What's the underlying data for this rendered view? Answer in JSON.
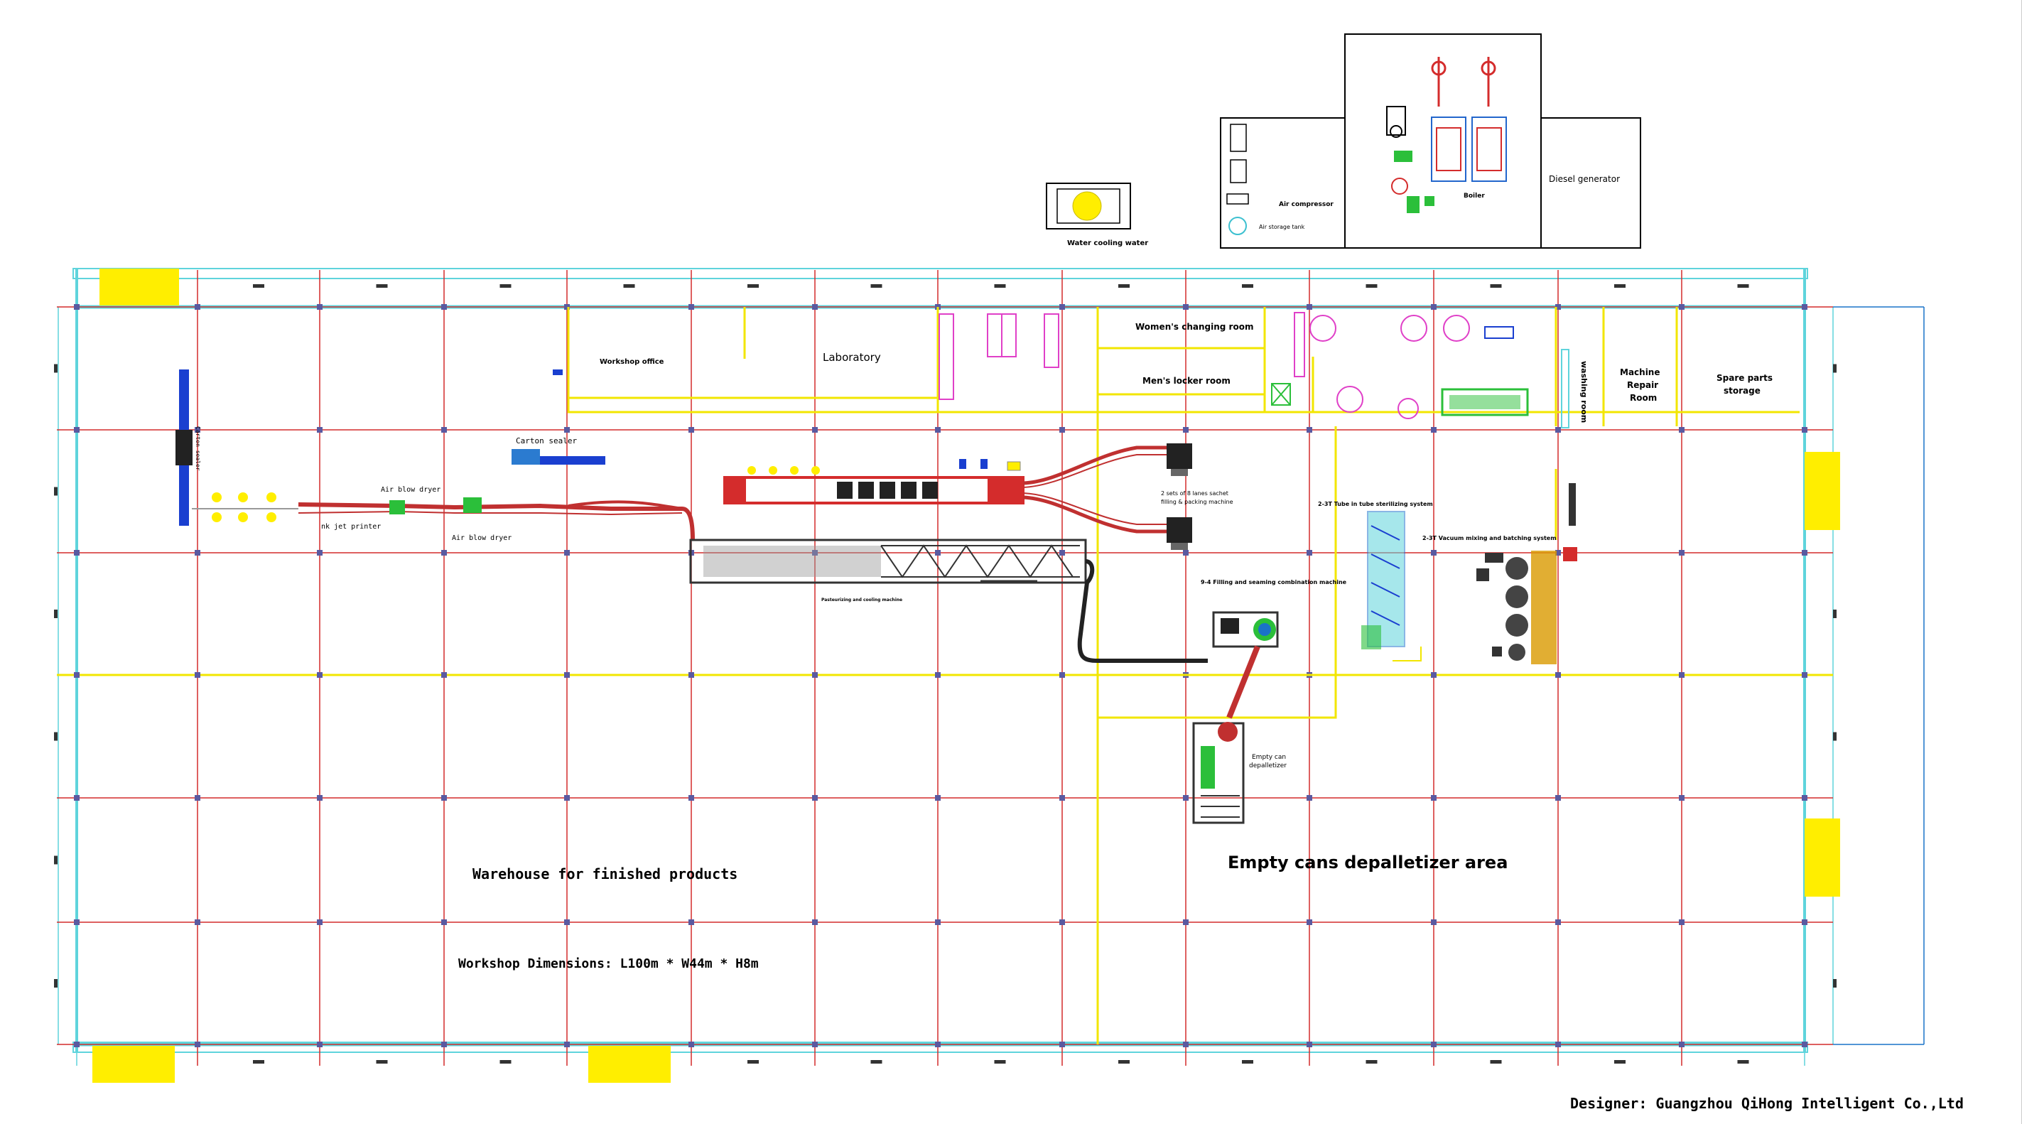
{
  "labels": {
    "water_cooling_water": "Water cooling water",
    "air_compressor": "Air compressor",
    "air_storage_tank": "Air storage tank",
    "boiler": "Boiler",
    "diesel_generator": "Diesel generator",
    "workshop_office": "Workshop office",
    "laboratory": "Laboratory",
    "womens_changing_room": "Women's changing room",
    "mens_locker_room": "Men's locker room",
    "washing_room": "washing room",
    "machine_repair_room": "Machine Repair Room",
    "spare_parts_storage": "Spare parts storage",
    "carton_sealer": "Carton sealer",
    "air_blow_dryer_1": "Air blow dryer",
    "air_blow_dryer_2": "Air blow dryer",
    "ink_jet_printer": "nk jet printer",
    "sachet_machine_line1": "2 sets of 8 lanes sachet",
    "sachet_machine_line2": "filling & packing machine",
    "filling_seaming_machine": "9-4 Filling and seaming combination machine",
    "tube_sterilizing": "2-3T Tube in tube sterilizing system",
    "vacuum_mixing": "2-3T Vacuum mixing and batching system",
    "empty_can_depalletizer_1": "Empty can",
    "empty_can_depalletizer_2": "depalletizer",
    "warehouse": "Warehouse for finished products",
    "depalletizer_area": "Empty cans depalletizer area",
    "workshop_dimensions": "Workshop Dimensions: L100m * W44m * H8m",
    "designer": "Designer: Guangzhou QiHong Intelligent Co.,Ltd"
  },
  "colors": {
    "grid_red": "#d42c2c",
    "grid_yellow": "#f2e600",
    "wall_cyan": "#5fd4dc",
    "wall_blue": "#1a73c8",
    "door_yellow": "#ffee00",
    "magenta": "#e040c8",
    "green": "#2bbf3a",
    "conveyor_dark": "#333333"
  }
}
